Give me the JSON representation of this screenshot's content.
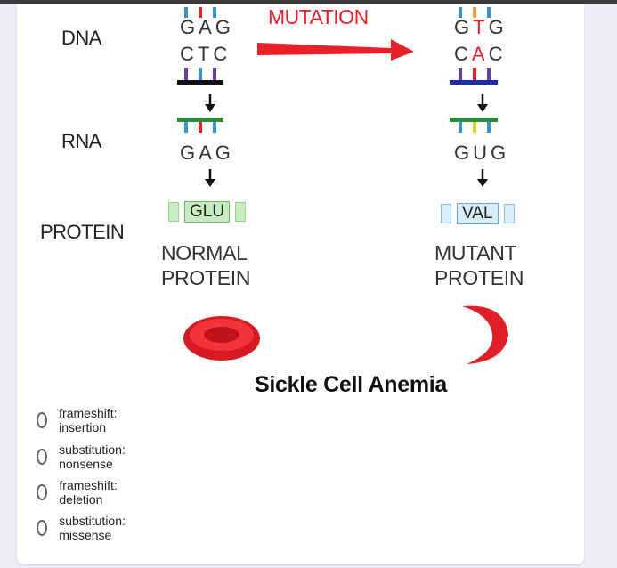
{
  "figure": {
    "labels": {
      "dna": "DNA",
      "rna": "RNA",
      "protein": "PROTEIN"
    },
    "mutation_label": "MUTATION",
    "normal": {
      "dna_top": "GAG",
      "dna_bottom": "CTC",
      "rna": "GAG",
      "protein": "GLU",
      "caption_line1": "NORMAL",
      "caption_line2": "PROTEIN"
    },
    "mutant": {
      "dna_top_1": "G",
      "dna_top_2": "T",
      "dna_top_3": "G",
      "dna_bottom_1": "C",
      "dna_bottom_2": "A",
      "dna_bottom_3": "C",
      "rna": "GUG",
      "protein": "VAL",
      "caption_line1": "MUTANT",
      "caption_line2": "PROTEIN"
    },
    "title": "Sickle Cell Anemia"
  },
  "options": [
    {
      "label": "frameshift: insertion",
      "selected": false
    },
    {
      "label": "substitution: nonsense",
      "selected": false
    },
    {
      "label": "frameshift: deletion",
      "selected": false
    },
    {
      "label": "substitution: missense",
      "selected": false
    }
  ],
  "colors": {
    "background": "#f0ebf8",
    "card": "#ffffff",
    "mutation_arrow": "#e8202a",
    "radio_border": "#5f6368"
  }
}
